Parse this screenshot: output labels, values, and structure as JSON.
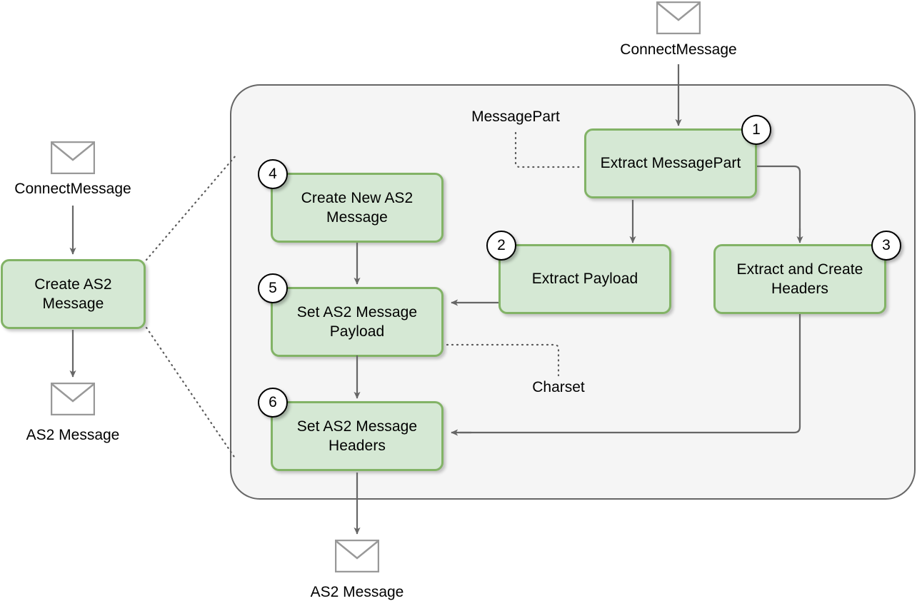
{
  "diagram": {
    "title_context": "AS2 Message creation flow",
    "colors": {
      "box_fill": "#d5e8d4",
      "box_border": "#82b366",
      "container_fill": "#f5f5f5",
      "container_border": "#666666",
      "edge": "#666666",
      "text": "#000000"
    }
  },
  "left_flow": {
    "input_icon_name": "envelope-icon",
    "input_label": "ConnectMessage",
    "process_label": "Create AS2\nMessage",
    "output_icon_name": "envelope-icon",
    "output_label": "AS2 Message"
  },
  "right_flow": {
    "input_icon_name": "envelope-icon",
    "input_label": "ConnectMessage",
    "output_icon_name": "envelope-icon",
    "output_label": "AS2 Message",
    "data_labels": [
      {
        "name": "message-part-label",
        "text": "MessagePart"
      },
      {
        "name": "charset-label",
        "text": "Charset"
      }
    ],
    "steps": [
      {
        "number": "1",
        "label": "Extract MessagePart"
      },
      {
        "number": "2",
        "label": "Extract Payload"
      },
      {
        "number": "3",
        "label": "Extract and Create\nHeaders"
      },
      {
        "number": "4",
        "label": "Create New AS2\nMessage"
      },
      {
        "number": "5",
        "label": "Set AS2 Message\nPayload"
      },
      {
        "number": "6",
        "label": "Set AS2 Message\nHeaders"
      }
    ]
  }
}
